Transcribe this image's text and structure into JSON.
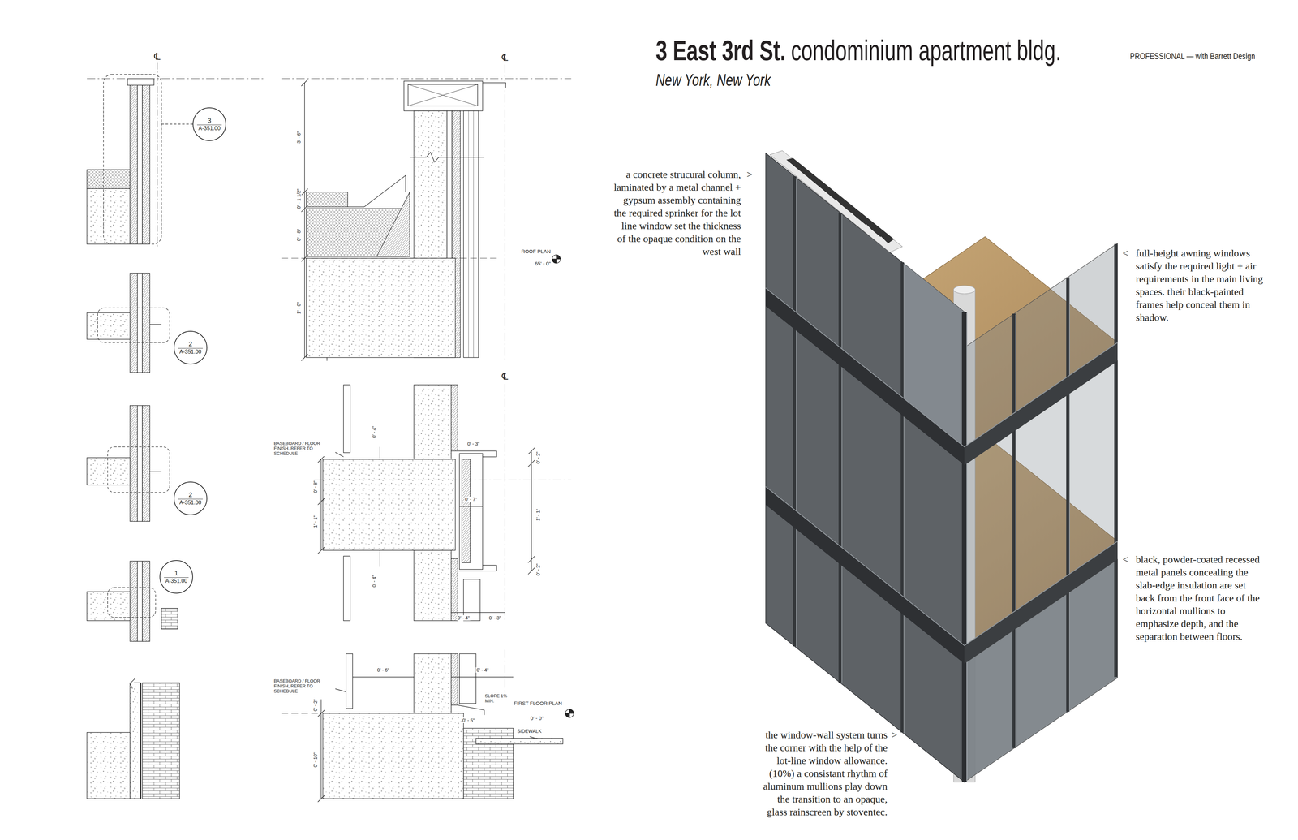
{
  "diagram": {
    "title": "3 East 3rd St.",
    "nodes": [
      {
        "text": [
          "3",
          "A-351.00"
        ]
      },
      {
        "text": [
          "2",
          "A-351.00"
        ]
      },
      {
        "text": [
          "2",
          "A-351.00"
        ]
      },
      {
        "text": [
          "1",
          "A-351.00"
        ]
      }
    ],
    "labels": [
      "condominium apartment bldg.",
      "New York, New York",
      "PROFESSIONAL — with Barrett Design",
      "a concrete strucural column, laminated by a metal channel + gypsum assembly containing the required sprinker for the lot line window set the thickness of the opaque condition on the west wall",
      ">",
      "<",
      "full-height awning windows satisfy the required light + air requirements in the main living spaces. their black-painted frames help conceal them in shadow.",
      "<",
      "black, powder-coated recessed metal panels concealing the slab-edge insulation are set back from the front face of the horizontal mullions to emphasize depth, and the separation between floors.",
      "the window-wall system turns the corner with the help of the lot-line window allowance. (10%) a consistant rhythm of aluminum mullions play down the transition to an opaque, glass rainscreen by stoventec.",
      ">",
      "℄",
      "℄",
      "℄",
      "ROOF PLAN",
      "65' - 0\"",
      "3' - 6\"",
      "0' - 1 1/2\"",
      "0' - 8\"",
      "1' - 0\"",
      "BASEBOARD / FLOOR FINISH, REFER TO SCHEDULE",
      "0' - 3\"",
      "0' - 4\"",
      "0' - 8\"",
      "1' - 1\"",
      "0' - 2\"",
      "0' - 7\"",
      "1' - 1\"",
      "0' - 4\"",
      "0' - 2\"",
      "0' - 4\"",
      "0' - 3\"",
      "BASEBOARD / FLOOR FINISH, REFER TO SCHEDULE",
      "0' - 6\"",
      "0' - 4\"",
      "SLOPE 1% MIN.",
      "FIRST FLOOR PLAN",
      "0' - 0\"",
      "SIDEWALK",
      "0' - 2\"",
      "0' - 5\"",
      "0' - 10\""
    ]
  }
}
